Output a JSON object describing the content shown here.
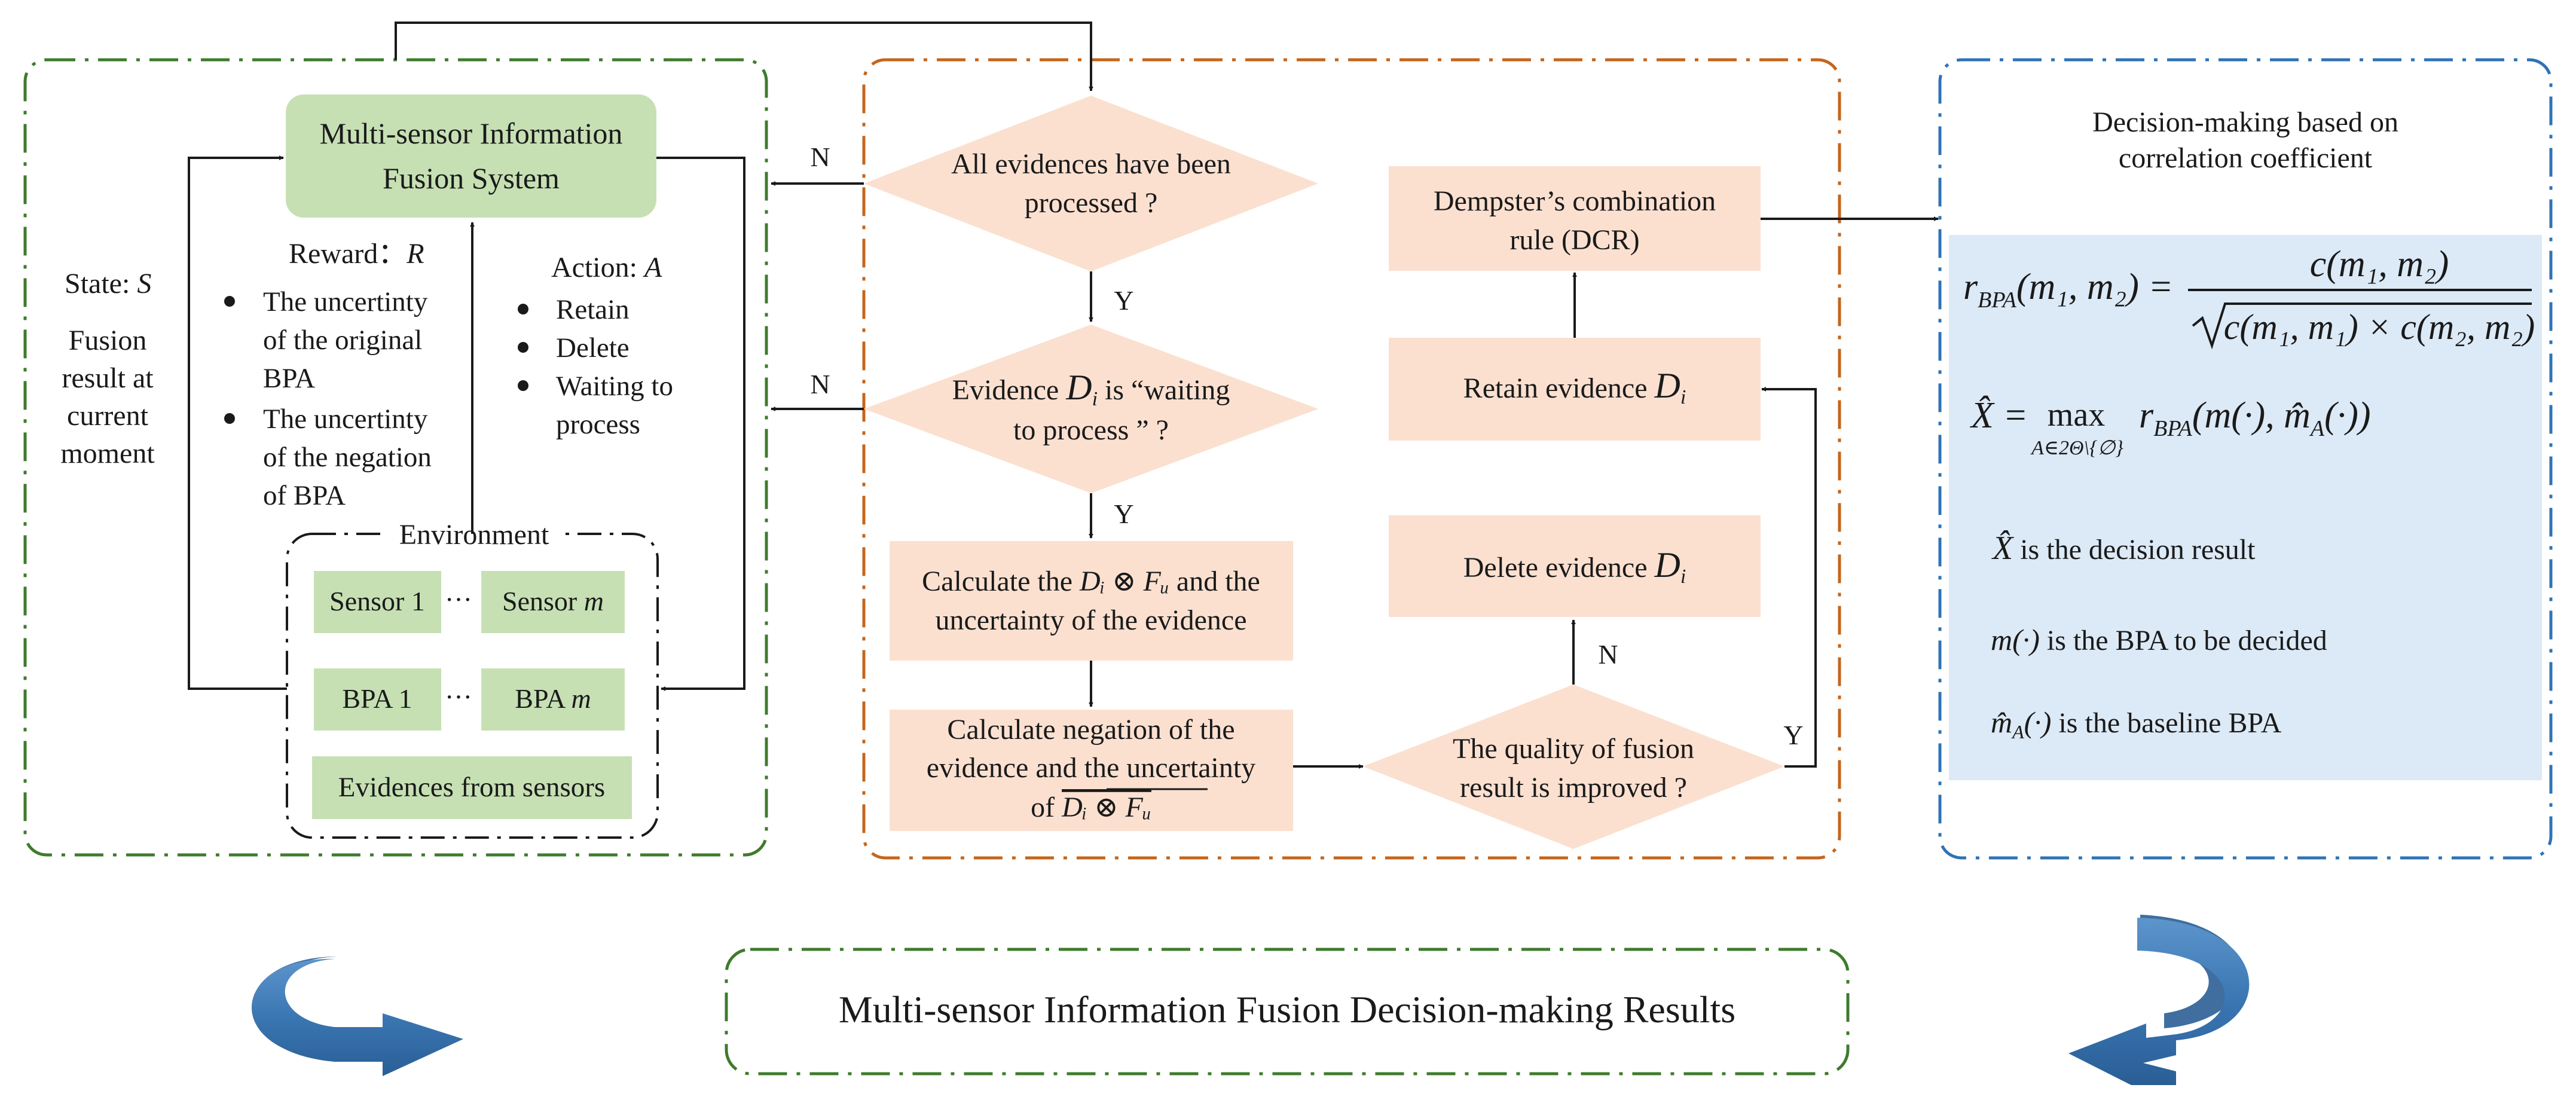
{
  "left_panel": {
    "system_box": {
      "line1": "Multi-sensor Information",
      "line2": "Fusion  System"
    },
    "state": {
      "label": "State: ",
      "symbol": "S",
      "desc": [
        "Fusion",
        "result at",
        "current",
        "moment"
      ]
    },
    "reward": {
      "label": "Reward：",
      "symbol": "R",
      "bullets": [
        [
          "The uncertinty",
          "of the original",
          "BPA"
        ],
        [
          "The uncertinty",
          "of the  negation",
          "of BPA"
        ]
      ]
    },
    "action": {
      "label": "Action: ",
      "symbol": "A",
      "bullets": [
        [
          "Retain"
        ],
        [
          "Delete"
        ],
        [
          "Waiting to",
          "process"
        ]
      ]
    },
    "environment": {
      "title": "Environment",
      "sensor1": "Sensor 1",
      "dots1": "···",
      "sensorm_pre": "Sensor ",
      "sensorm_sym": "m",
      "bpa1": "BPA 1",
      "dots2": "···",
      "bpam_pre": "BPA ",
      "bpam_sym": "m",
      "evidences": "Evidences from sensors"
    }
  },
  "middle_panel": {
    "diamond1": [
      "All evidences have been",
      "processed ?"
    ],
    "diamond2": {
      "pre": "Evidence ",
      "sym": "D",
      "sub": "i",
      "post": " is “waiting",
      "line2": "to process ” ?"
    },
    "calc1": {
      "pre": "Calculate the ",
      "math": "Dᵢ ⊗ Fᵤ",
      "post": " and the",
      "line2": "uncertainty of the evidence"
    },
    "calc2": {
      "line1": "Calculate negation of the",
      "line2": "evidence and the uncertainty",
      "pre3": "of ",
      "math3": "Dᵢ ⊗ Fᵤ"
    },
    "dcr": [
      "Dempster’s combination",
      "rule (DCR)"
    ],
    "retain": {
      "pre": "Retain  evidence ",
      "sym": "D",
      "sub": "i"
    },
    "delete": {
      "pre": "Delete  evidence ",
      "sym": "D",
      "sub": "i"
    },
    "quality": [
      "The quality of fusion",
      "result is improved ?"
    ],
    "labels": {
      "n": "N",
      "y": "Y"
    }
  },
  "right_panel": {
    "title": [
      "Decision-making based on",
      "correlation coefficient"
    ],
    "formula1": {
      "lhs": "r",
      "lhs_sub": "BPA",
      "lhs_args": "(m₁, m₂) =",
      "num": "c(m₁, m₂)",
      "den": "c(m₁, m₁) × c(m₂, m₂)"
    },
    "formula2": {
      "lhs": "X̂ = ",
      "max": "max",
      "max_sub": "A∈2Θ\\{∅}",
      "rhs": "r",
      "rhs_sub": "BPA",
      "rhs_args": "(m(·), m̂",
      "rhs_sub2": "A",
      "rhs_end": "(·))"
    },
    "notes": [
      {
        "sym": "X̂",
        "text": "  is the decision result"
      },
      {
        "sym": "m(·)",
        "text": " is the BPA to be decided"
      },
      {
        "sym": "m̂",
        "sub": "A",
        "sym2": "(·)",
        "text": " is the baseline BPA"
      }
    ]
  },
  "bottom": {
    "result": "Multi-sensor Information Fusion Decision-making Results"
  },
  "colors": {
    "green_dash": "#3e7b2c",
    "orange_dash": "#c5651b",
    "blue_dash": "#2f73b5",
    "green_box": "#c6e0b4",
    "peach_box": "#fbe0d0",
    "formula_bg": "#dce9f6",
    "arrow_blue": "#3a76b3"
  }
}
